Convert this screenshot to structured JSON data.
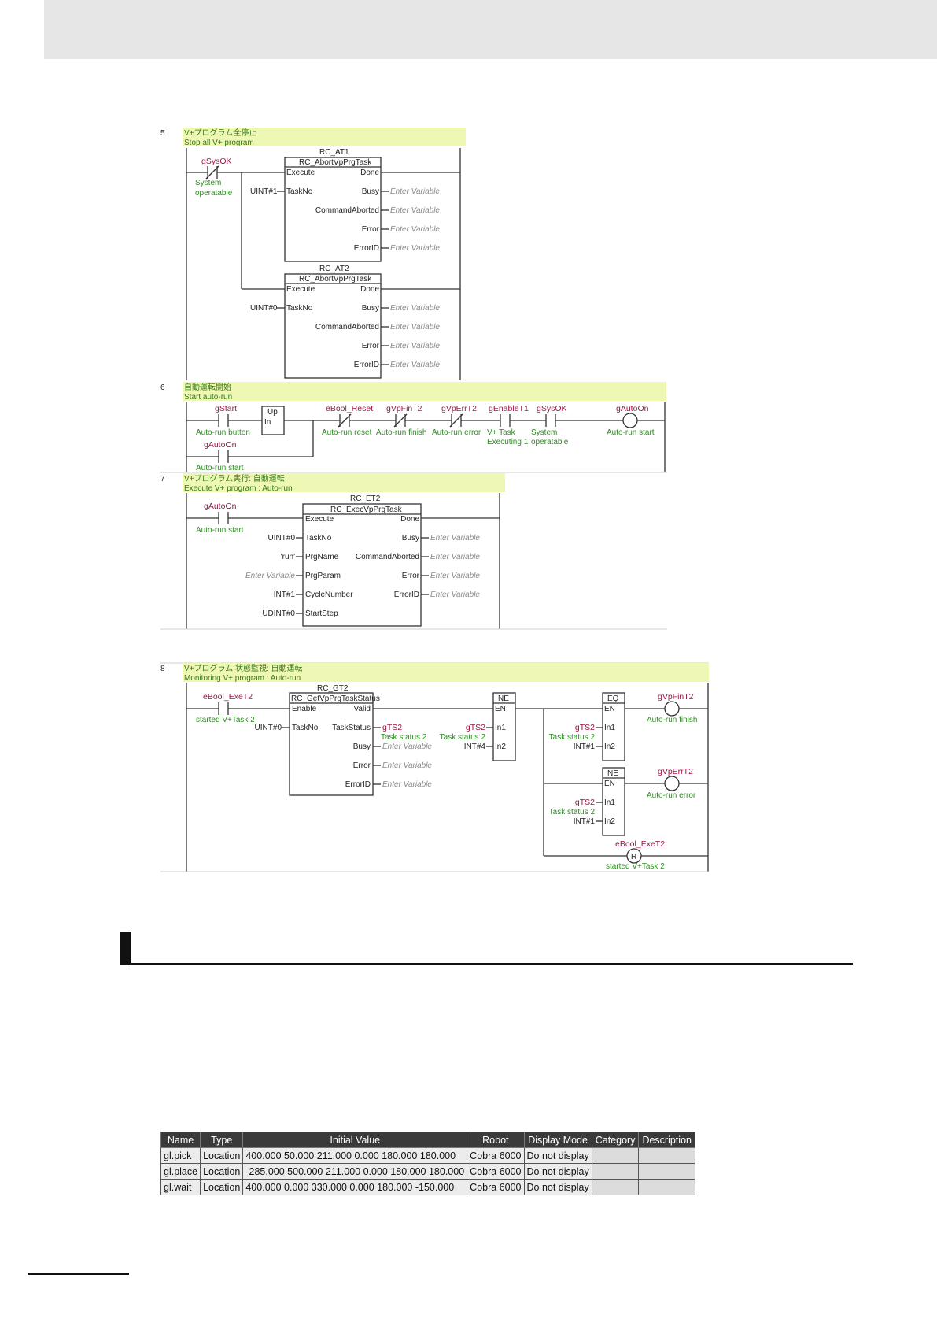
{
  "rungs": [
    {
      "number": "5",
      "comment_jp": "V+プログラム全停止",
      "comment_en": "Stop all V+ program",
      "contact": {
        "var": "gSysOK",
        "desc1": "System",
        "desc2": "operatable"
      },
      "fb1": {
        "instance": "RC_AT1",
        "type": "RC_AbortVpPrgTask",
        "in_execute": "Execute",
        "in_taskno": "TaskNo",
        "taskno_val": "UINT#1",
        "out_done": "Done",
        "out_busy": "Busy",
        "out_cmd": "CommandAborted",
        "out_error": "Error",
        "out_errorid": "ErrorID"
      },
      "fb2": {
        "instance": "RC_AT2",
        "type": "RC_AbortVpPrgTask",
        "in_execute": "Execute",
        "in_taskno": "TaskNo",
        "taskno_val": "UINT#0",
        "out_done": "Done",
        "out_busy": "Busy",
        "out_cmd": "CommandAborted",
        "out_error": "Error",
        "out_errorid": "ErrorID"
      },
      "enter_variable": "Enter Variable"
    },
    {
      "number": "6",
      "comment_jp": "自動運転開始",
      "comment_en": "Start auto-run",
      "gstart": {
        "var": "gStart",
        "desc": "Auto-run button"
      },
      "up_block": {
        "label1": "Up",
        "label2": "In"
      },
      "gautoon_c": {
        "var": "gAutoOn",
        "desc": "Auto-run start"
      },
      "reset": {
        "var": "eBool_Reset",
        "desc": "Auto-run reset"
      },
      "fin": {
        "var": "gVpFinT2",
        "desc": "Auto-run finish"
      },
      "err": {
        "var": "gVpErrT2",
        "desc": "Auto-run error"
      },
      "enable": {
        "var": "gEnableT1",
        "desc1": "V+ Task",
        "desc2": "Executing 1"
      },
      "sysok": {
        "var": "gSysOK",
        "desc1": "System",
        "desc2": "operatable"
      },
      "coil": {
        "var": "gAutoOn",
        "desc": "Auto-run start"
      }
    },
    {
      "number": "7",
      "comment_jp": "V+プログラム実行: 自動運転",
      "comment_en": "Execute V+ program : Auto-run",
      "contact": {
        "var": "gAutoOn",
        "desc": "Auto-run start"
      },
      "fb": {
        "instance": "RC_ET2",
        "type": "RC_ExecVpPrgTask",
        "in1": "Execute",
        "in2": "TaskNo",
        "in3": "PrgName",
        "in4": "PrgParam",
        "in5": "CycleNumber",
        "in6": "StartStep",
        "v2": "UINT#0",
        "v3": "'run'",
        "v4": "Enter Variable",
        "v5": "INT#1",
        "v6": "UDINT#0",
        "o1": "Done",
        "o2": "Busy",
        "o3": "CommandAborted",
        "o4": "Error",
        "o5": "ErrorID"
      },
      "enter_variable": "Enter Variable"
    },
    {
      "number": "8",
      "comment_jp": "V+プログラム 状態監視: 自動運転",
      "comment_en": "Monitoring V+ program : Auto-run",
      "contact": {
        "var": "eBool_ExeT2",
        "desc": "started V+Task 2"
      },
      "fb": {
        "instance": "RC_GT2",
        "type": "RC_GetVpPrgTaskStatus",
        "in1": "Enable",
        "in2": "TaskNo",
        "v2": "UINT#0",
        "o1": "Valid",
        "o2": "TaskStatus",
        "o3": "Busy",
        "o4": "Error",
        "o5": "ErrorID",
        "ts_var": "gTS2",
        "ts_desc": "Task status 2"
      },
      "ne1": {
        "title": "NE",
        "en": "EN",
        "in1": "In1",
        "in2": "In2",
        "v1": "gTS2",
        "d1": "Task status 2",
        "v2": "INT#4"
      },
      "eq": {
        "title": "EQ",
        "en": "EN",
        "in1": "In1",
        "in2": "In2",
        "v1": "gTS2",
        "d1": "Task status 2",
        "v2": "INT#1"
      },
      "ne2": {
        "title": "NE",
        "en": "EN",
        "in1": "In1",
        "in2": "In2",
        "v1": "gTS2",
        "d1": "Task status 2",
        "v2": "INT#1"
      },
      "coil_fin": {
        "var": "gVpFinT2",
        "desc": "Auto-run finish"
      },
      "coil_err": {
        "var": "gVpErrT2",
        "desc": "Auto-run error"
      },
      "reset_coil": {
        "var": "eBool_ExeT2",
        "symbol": "R",
        "desc": "started V+Task 2"
      },
      "enter_variable": "Enter Variable"
    }
  ],
  "variables_table": {
    "headers": [
      "Name",
      "Type",
      "Initial Value",
      "Robot",
      "Display Mode",
      "Category",
      "Description"
    ],
    "rows": [
      [
        "gl.pick",
        "Location",
        "400.000 50.000 211.000 0.000 180.000 180.000",
        "Cobra 6000",
        "Do not display",
        "",
        ""
      ],
      [
        "gl.place",
        "Location",
        "-285.000 500.000 211.000 0.000 180.000 180.000",
        "Cobra 6000",
        "Do not display",
        "",
        ""
      ],
      [
        "gl.wait",
        "Location",
        "400.000 0.000 330.000 0.000 180.000 -150.000",
        "Cobra 6000",
        "Do not display",
        "",
        ""
      ]
    ]
  },
  "colors": {
    "varname": "#a0164a",
    "desc": "#2e8b22",
    "comment_bg": "#eef7b4",
    "comment_text": "#3a7a1a",
    "enter_var": "#8a8a8a",
    "line": "#333333"
  }
}
